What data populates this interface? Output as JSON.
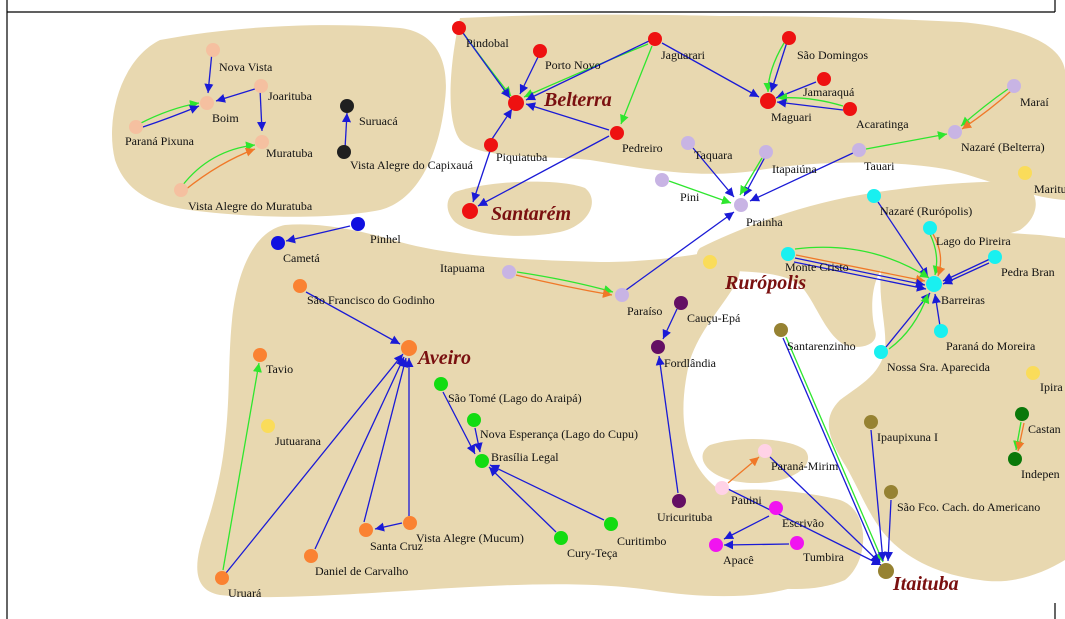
{
  "colors": {
    "background": "#ffffff",
    "land": "#e8d8b0",
    "frame": "#000000",
    "edge_blue": "#1a1ad6",
    "edge_green": "#2ee62e",
    "edge_orange": "#f07828",
    "city_label": "#7a1010",
    "node_red": "#ee1111",
    "node_salmon": "#f5c0a0",
    "node_black": "#202020",
    "node_lavender": "#c8b4e4",
    "node_cyan": "#19f0f0",
    "node_yellow": "#fadc5a",
    "node_blue": "#1010e0",
    "node_orange": "#fa8232",
    "node_green": "#12dc12",
    "node_purple": "#640f64",
    "node_olive": "#968232",
    "node_magenta": "#f014f0",
    "node_pink": "#ffd2e6",
    "node_darkgreen": "#0a780a"
  },
  "cities": {
    "belterra": "Belterra",
    "santarem": "Santarém",
    "aveiro": "Aveiro",
    "ruropolis": "Rurópolis",
    "itaituba": "Itaituba"
  },
  "communities": {
    "nova_vista": "Nova Vista",
    "joarituba": "Joarituba",
    "boim": "Boim",
    "parana_pixuna": "Paraná Pixuna",
    "muratuba": "Muratuba",
    "vista_alegre_muratuba": "Vista Alegre do Muratuba",
    "suruaca": "Suruacá",
    "vista_alegre_capixaua": "Vista Alegre do Capixauá",
    "pindobal": "Pindobal",
    "porto_novo": "Porto Novo",
    "jaguarari": "Jaguarari",
    "sao_domingos": "São Domingos",
    "jamaraqua": "Jamaraquá",
    "maguari": "Maguari",
    "acaratinga": "Acaratinga",
    "piquiatuba": "Piquiatuba",
    "pedreiro": "Pedreiro",
    "taquara": "Taquara",
    "itapaiuna": "Itapaiúna",
    "tauari": "Tauari",
    "marai": "Maraí",
    "nazare_belterra": "Nazaré (Belterra)",
    "maritu": "Maritu",
    "pini": "Pini",
    "prainha": "Prainha",
    "pinhel": "Pinhel",
    "cameta": "Cametá",
    "itapuama": "Itapuama",
    "paraiso": "Paraíso",
    "caucu_epa": "Cauçu-Epá",
    "fordlandia": "Fordlândia",
    "sao_francisco_godinho": "São Francisco do Godinho",
    "tavio": "Tavio",
    "jutuarana": "Jutuarana",
    "sao_tome": "São Tomé (Lago do Araipá)",
    "nova_esperanca": "Nova Esperança (Lago do Cupu)",
    "brasilia_legal": "Brasília Legal",
    "vista_alegre_mucum": "Vista Alegre (Mucum)",
    "santa_cruz": "Santa Cruz",
    "daniel_carvalho": "Daniel de Carvalho",
    "uruara": "Uruará",
    "cury_teca": "Cury-Teça",
    "curitimbo": "Curitimbo",
    "uricurituba": "Uricurituba",
    "nazare_ruropolis": "Nazaré (Rurópolis)",
    "lago_pireira": "Lago do Pireira",
    "monte_cristo": "Monte Cristo",
    "pedra_branca": "Pedra Bran",
    "barreiras": "Barreiras",
    "parana_moreira": "Paraná do Moreira",
    "nossa_sra_aparecida": "Nossa Sra. Aparecida",
    "santarenzinho": "Santarenzinho",
    "ipira": "Ipira",
    "castan": "Castan",
    "indepen": "Indepen",
    "ipaupixuna": "Ipaupixuna I",
    "parana_mirim": "Paraná-Mirim",
    "pauini": "Pauini",
    "escrivao": "Escrivão",
    "apace": "Apacê",
    "tumbira": "Tumbira",
    "sao_fco_cach": "São Fco. Cach. do Americano"
  }
}
